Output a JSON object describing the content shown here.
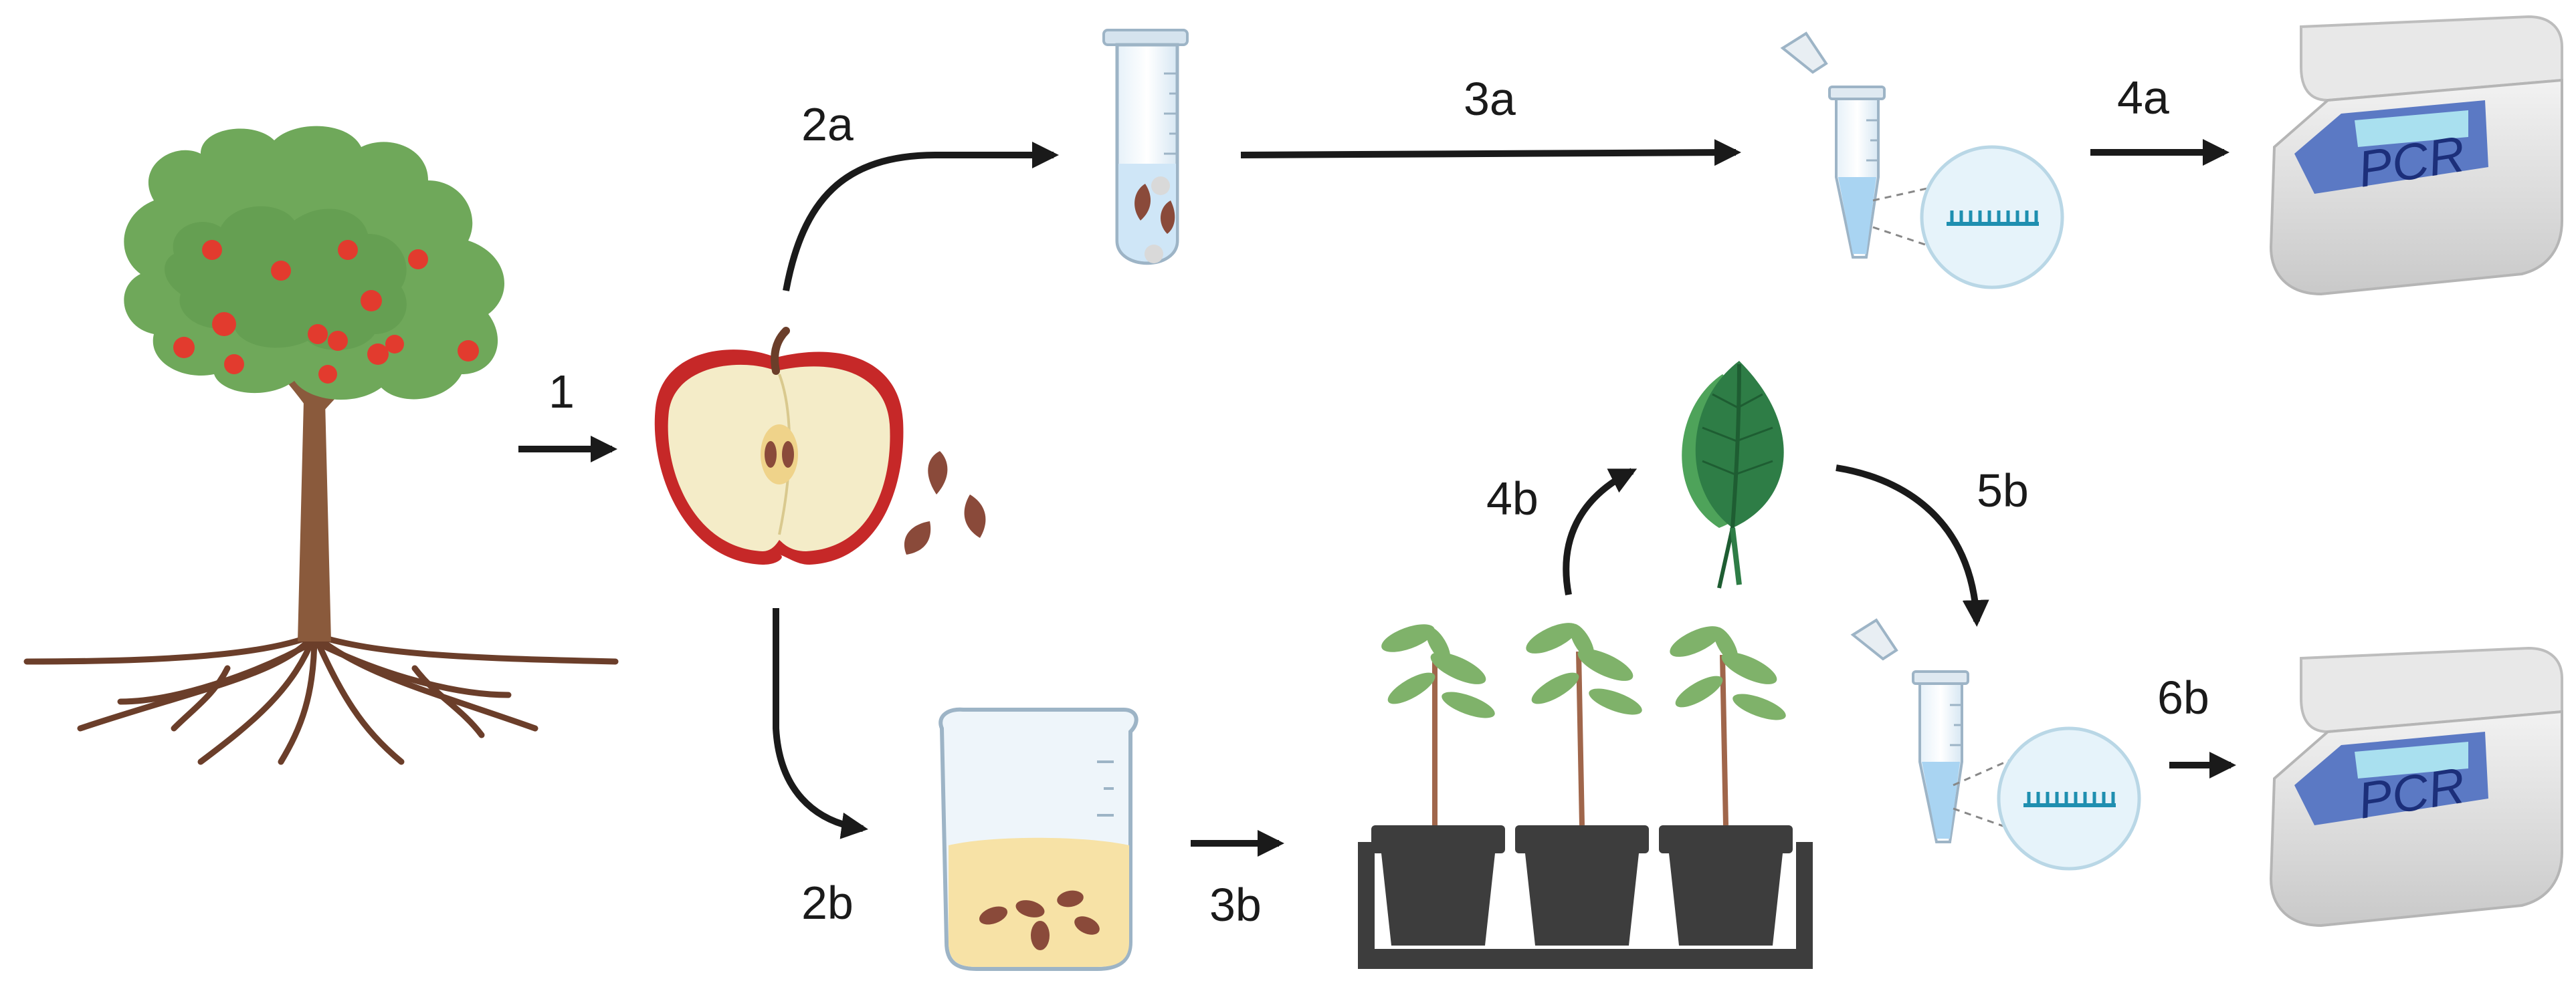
{
  "diagram": {
    "step_labels": {
      "s1": "1",
      "s2a": "2a",
      "s3a": "3a",
      "s4a": "4a",
      "s2b": "2b",
      "s3b": "3b",
      "s4b": "4b",
      "s5b": "5b",
      "s6b": "6b"
    },
    "machine_label_top": "PCR",
    "machine_label_bottom": "PCR"
  },
  "colors": {
    "arrow": "#1a1a1a",
    "foliage": "#6fa85a",
    "foliage_dark": "#4f8a43",
    "trunk": "#8a5a3c",
    "roots": "#6b3e2a",
    "apple_red": "#c62828",
    "apple_flesh": "#f4ecc8",
    "seed": "#8a4a3a",
    "tube_liquid": "#cfe6f7",
    "leaf": "#2e7d46",
    "leaf_back": "#4ea35a",
    "pot": "#3d3d3d",
    "pcr_body": "#e3e3e3",
    "pcr_screen": "#5b79c4",
    "beaker_liquid": "#f7e2a6",
    "dna": "#1f8fb0"
  },
  "icons": [
    "apple-tree-icon",
    "apple-half-icon",
    "seed-icon",
    "tube-with-seeds-icon",
    "microtube-icon",
    "dna-zoom-icon",
    "pcr-machine-icon",
    "beaker-icon",
    "seedling-pots-icon",
    "leaf-icon",
    "arrow-icon"
  ]
}
